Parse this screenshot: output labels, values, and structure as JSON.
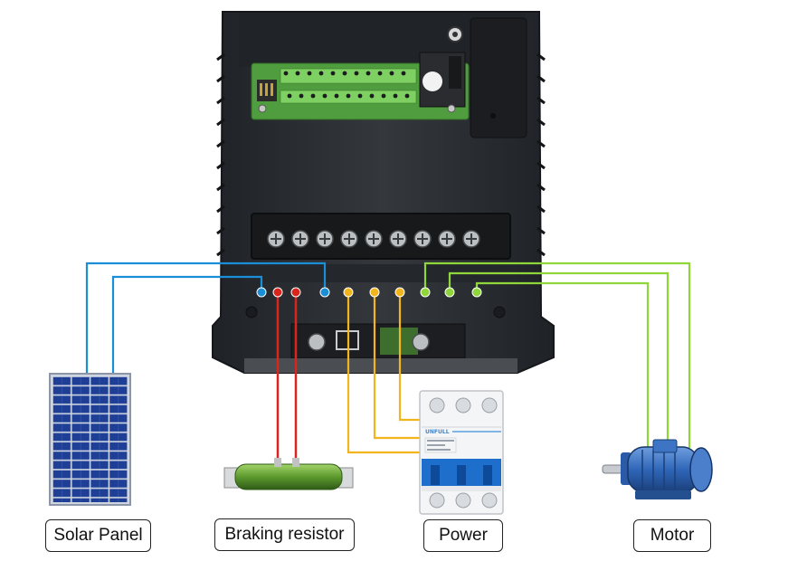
{
  "labels": {
    "solar_panel": "Solar Panel",
    "braking_resistor": "Braking resistor",
    "power": "Power",
    "motor": "Motor"
  },
  "breaker": {
    "brand": "UNFULL"
  },
  "colors": {
    "solar_wire": "#1a8fd8",
    "brake_wire": "#d8261c",
    "power_wire": "#f2b51e",
    "motor_wire": "#8ed63a",
    "inverter_body": "#2b2e33"
  }
}
